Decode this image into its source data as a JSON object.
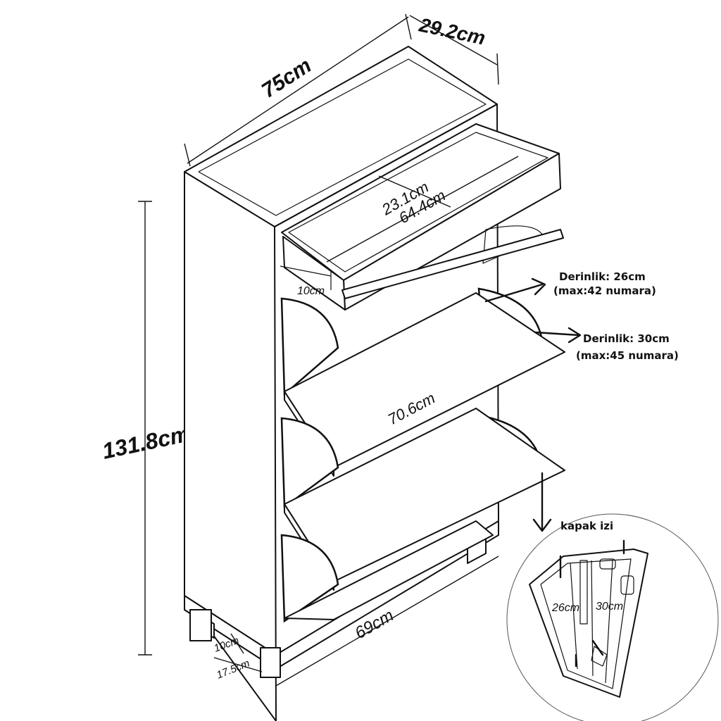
{
  "dimensions": {
    "depth": "29.2cm",
    "width": "75cm",
    "height": "131.8cm",
    "drawer_depth": "23.1cm",
    "drawer_width": "64.4cm",
    "drawer_height": "10cm",
    "inner_width": "70.6cm",
    "base_width": "69cm",
    "leg_height": "10cm",
    "leg_width": "17.5cm"
  },
  "callouts": {
    "upper_depth": "Derinlik: 26cm",
    "upper_max": "(max:42 numara)",
    "lower_depth": "Derinlik: 30cm",
    "lower_max": "(max:45 numara)"
  },
  "detail": {
    "title": "kapak izi",
    "depth_a": "26cm",
    "depth_b": "30cm"
  },
  "colors": {
    "line": "#111111",
    "background": "#ffffff"
  }
}
